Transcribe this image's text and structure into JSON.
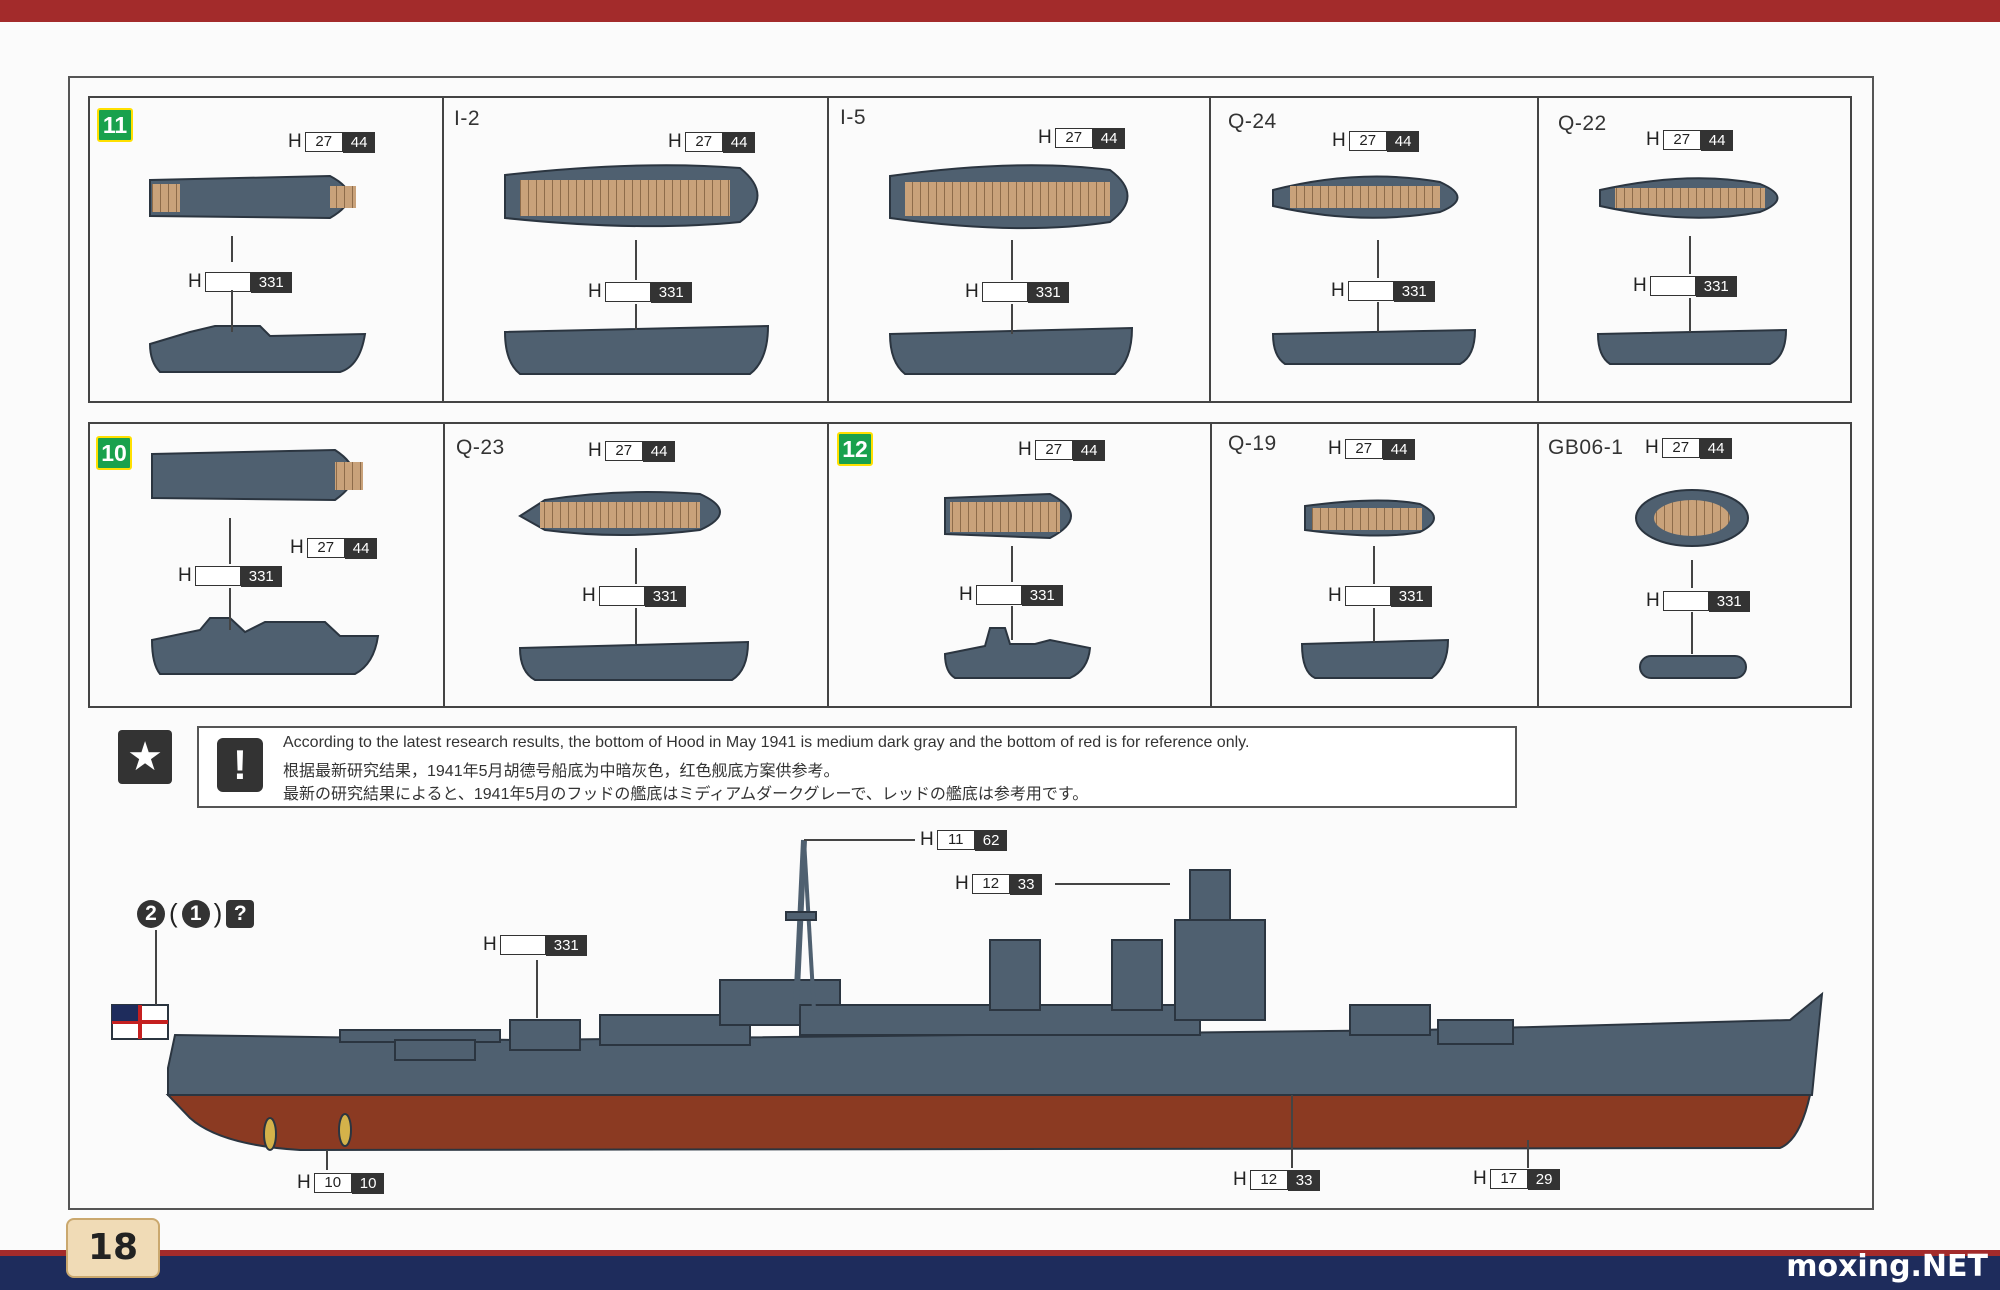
{
  "page": {
    "number": "18",
    "watermark": "moxing.NET"
  },
  "tag_prefix": "H",
  "row1": [
    {
      "label": "11",
      "label_style": "step",
      "top_tag": [
        "27",
        "44"
      ],
      "bottom_tag": "331"
    },
    {
      "label": "I-2",
      "label_style": "text",
      "top_tag": [
        "27",
        "44"
      ],
      "bottom_tag": "331"
    },
    {
      "label": "I-5",
      "label_style": "text",
      "top_tag": [
        "27",
        "44"
      ],
      "bottom_tag": "331"
    },
    {
      "label": "Q-24",
      "label_style": "text",
      "top_tag": [
        "27",
        "44"
      ],
      "bottom_tag": "331"
    },
    {
      "label": "Q-22",
      "label_style": "text",
      "top_tag": [
        "27",
        "44"
      ],
      "bottom_tag": "331"
    }
  ],
  "row2": [
    {
      "label": "10",
      "label_style": "step",
      "top_tag": [
        "27",
        "44"
      ],
      "bottom_tag": "331"
    },
    {
      "label": "Q-23",
      "label_style": "text",
      "top_tag": [
        "27",
        "44"
      ],
      "bottom_tag": "331"
    },
    {
      "label": "12",
      "label_style": "step",
      "top_tag": [
        "27",
        "44"
      ],
      "bottom_tag": "331"
    },
    {
      "label": "Q-19",
      "label_style": "text",
      "top_tag": [
        "27",
        "44"
      ],
      "bottom_tag": "331"
    },
    {
      "label": "GB06-1",
      "label_style": "text",
      "top_tag": [
        "27",
        "44"
      ],
      "bottom_tag": "331"
    }
  ],
  "note": {
    "en": "According to the latest research results, the bottom of Hood in May 1941 is medium dark gray and the bottom of red is for reference only.",
    "zh": "根据最新研究结果，1941年5月胡德号船底为中暗灰色，红色舰底方案供参考。",
    "ja": "最新の研究結果によると、1941年5月のフッドの艦底はミディアムダークグレーで、レッドの艦底は参考用です。",
    "icon": "exclamation-icon",
    "badge": "star-icon"
  },
  "steps": {
    "a": "2",
    "b": "1",
    "q": "?"
  },
  "ship_tags": {
    "mast": [
      "11",
      "62"
    ],
    "director": [
      "12",
      "33"
    ],
    "turret": "331",
    "stern": [
      "10",
      "10"
    ],
    "hull_mid": [
      "12",
      "33"
    ],
    "hull_fwd": [
      "17",
      "29"
    ]
  },
  "colors": {
    "hull_gray": "#4f6070",
    "bottom_red": "#8b3a22",
    "deck_wood": "#c9a27a",
    "step_green": "#19a14d",
    "top_bar": "#a32b2b",
    "bottom_bar": "#1e2c5c"
  }
}
